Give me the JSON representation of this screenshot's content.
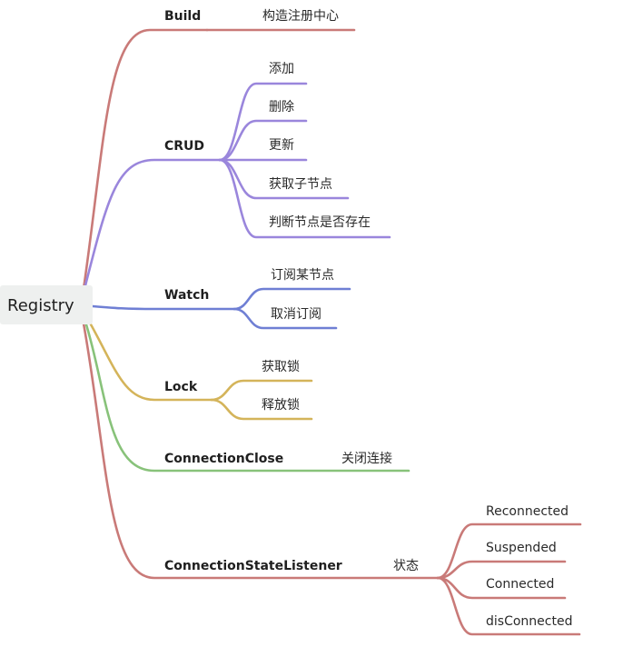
{
  "root": {
    "label": "Registry"
  },
  "colors": {
    "red": "#c97a78",
    "purple": "#9a86dc",
    "blue": "#6f7fd4",
    "yellow": "#d4b45a",
    "green": "#88c27a"
  },
  "branches": [
    {
      "label": "Build",
      "color": "#c97a78",
      "children": [
        {
          "label": "构造注册中心"
        }
      ]
    },
    {
      "label": "CRUD",
      "color": "#9a86dc",
      "children": [
        {
          "label": "添加"
        },
        {
          "label": "删除"
        },
        {
          "label": "更新"
        },
        {
          "label": "获取子节点"
        },
        {
          "label": "判断节点是否存在"
        }
      ]
    },
    {
      "label": "Watch",
      "color": "#6f7fd4",
      "children": [
        {
          "label": "订阅某节点"
        },
        {
          "label": "取消订阅"
        }
      ]
    },
    {
      "label": "Lock",
      "color": "#d4b45a",
      "children": [
        {
          "label": "获取锁"
        },
        {
          "label": "释放锁"
        }
      ]
    },
    {
      "label": "ConnectionClose",
      "color": "#88c27a",
      "children": [
        {
          "label": "关闭连接"
        }
      ]
    },
    {
      "label": "ConnectionStateListener",
      "color": "#c97a78",
      "children": [
        {
          "label": "状态",
          "children": [
            {
              "label": "Reconnected"
            },
            {
              "label": "Suspended"
            },
            {
              "label": "Connected"
            },
            {
              "label": "disConnected"
            }
          ]
        }
      ]
    }
  ]
}
